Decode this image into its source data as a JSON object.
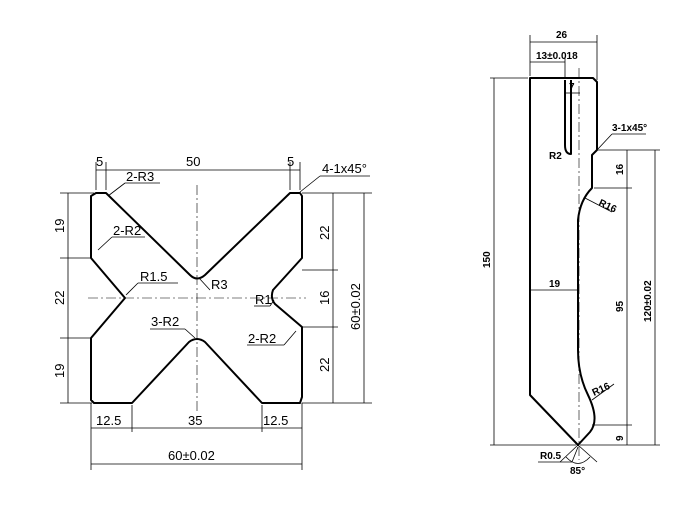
{
  "left_view": {
    "top_dims": [
      "5",
      "50",
      "5"
    ],
    "chamfer_note": "4-1x45°",
    "radius_notes": [
      "2-R3",
      "2-R2",
      "R1.5",
      "R3",
      "3-R2",
      "R1",
      "2-R2"
    ],
    "left_dims": [
      "19",
      "22",
      "19"
    ],
    "right_dims": [
      "22",
      "16",
      "22"
    ],
    "overall_height": "60±0.02",
    "bottom_dims": [
      "12.5",
      "35",
      "12.5"
    ],
    "overall_width": "60±0.02"
  },
  "right_view": {
    "width_total": "26",
    "width_half": "13±0.018",
    "offset": "7",
    "chamfer_note": "3-1x45°",
    "corner_radius": "R2",
    "dim_16": "16",
    "radius_upper": "R16",
    "total_height": "150",
    "dim_19": "19",
    "dim_95": "95",
    "dim_120": "120±0.02",
    "radius_lower": "R16",
    "dim_9": "9",
    "tip_radius": "R0.5",
    "tip_angle": "85°"
  }
}
